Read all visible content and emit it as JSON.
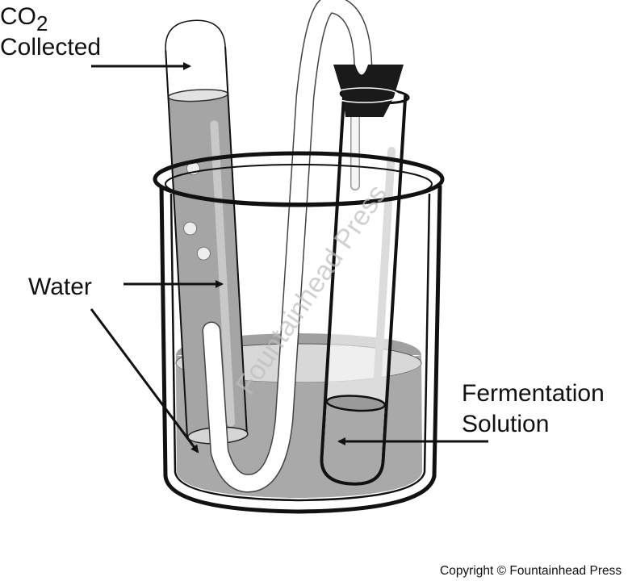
{
  "labels": {
    "co2_main": "CO",
    "co2_sub": "2",
    "collected": "Collected",
    "water": "Water",
    "fermentation": "Fermentation",
    "solution": "Solution"
  },
  "watermark": "Fountainhead Press",
  "copyright": "Copyright © Fountainhead Press",
  "colors": {
    "water": "#a9a9a9",
    "water_dark": "#9a9a9a",
    "outline": "#111111",
    "stopper": "#1a1a1a"
  }
}
